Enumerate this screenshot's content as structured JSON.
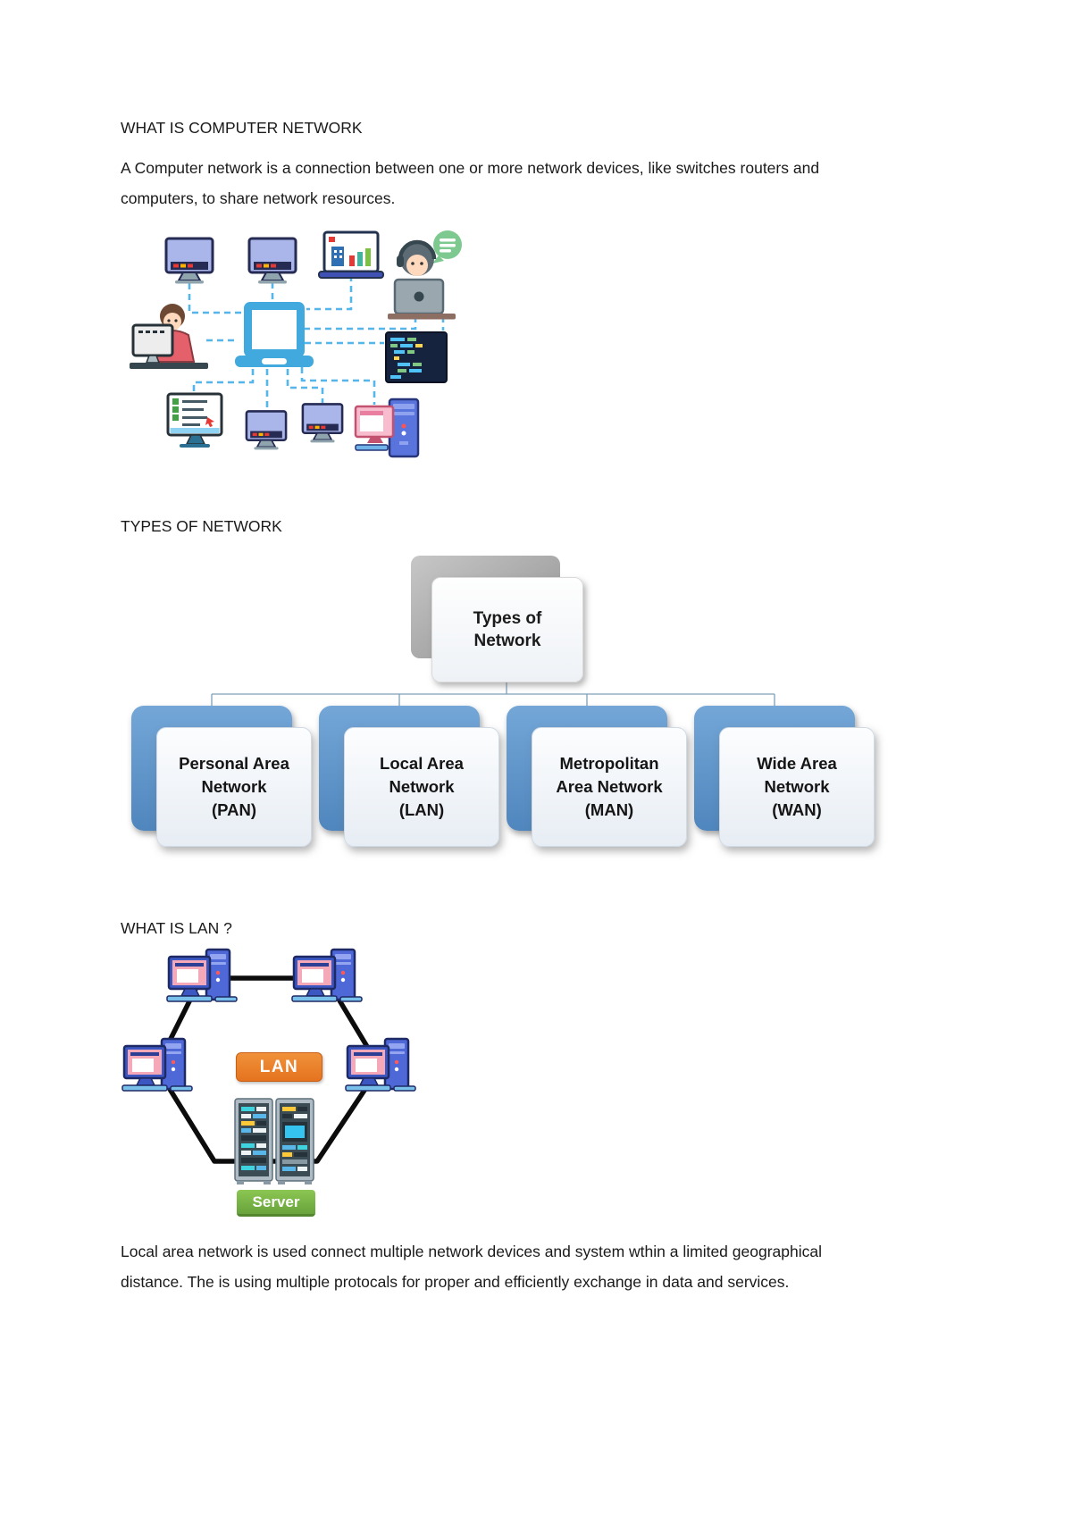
{
  "intro": {
    "heading": "WHAT IS COMPUTER NETWORK",
    "body": "A Computer network is a connection between one or more network devices, like switches routers and computers, to share network resources."
  },
  "illustration": {
    "icons": [
      "desktop-monitor-icon",
      "desktop-monitor-icon",
      "analytics-laptop-icon",
      "support-agent-icon",
      "speech-bubble-icon",
      "user-at-desktop-icon",
      "central-laptop-icon",
      "code-terminal-icon",
      "checklist-monitor-icon",
      "desktop-monitor-icon",
      "desktop-monitor-icon",
      "desktop-tower-icon"
    ],
    "link_style": "dashed",
    "link_color": "#54b6ea"
  },
  "types": {
    "heading": "TYPES OF NETWORK",
    "root_label": "Types of Network",
    "boxes": [
      {
        "lines": [
          "Personal Area",
          "Network",
          "(PAN)"
        ]
      },
      {
        "lines": [
          "Local Area",
          "Network",
          "(LAN)"
        ]
      },
      {
        "lines": [
          "Metropolitan",
          "Area Network",
          "(MAN)"
        ]
      },
      {
        "lines": [
          "Wide Area",
          "Network",
          "(WAN)"
        ]
      }
    ],
    "box_blue": "#5e96c9",
    "root_shadow_gray": "#9a9a9a",
    "connector_color": "#7da0b8"
  },
  "lan": {
    "heading": "WHAT IS LAN ?",
    "lan_badge": "LAN",
    "server_badge": "Server",
    "body": "Local area network is used connect multiple network devices and system wthin a limited geographical distance. The is using multiple protocals for proper and efficiently exchange in data and services.",
    "badge_orange": "#ed7d31",
    "badge_green": "#7ab648",
    "topology": "hexagon-ring",
    "nodes": [
      "workstation-pc-icon",
      "workstation-pc-icon",
      "workstation-pc-icon",
      "workstation-pc-icon",
      "server-rack-icon",
      "server-rack-icon"
    ]
  },
  "text_color": "#1a1a1a"
}
